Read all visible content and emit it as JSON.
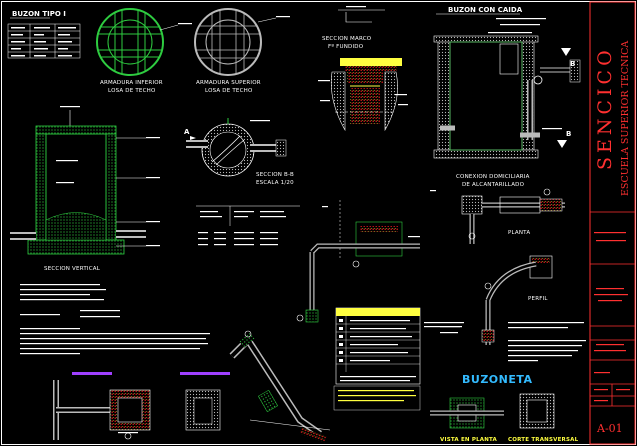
{
  "titles": {
    "buzon_tipo": "BUZON TIPO I",
    "armadura_inferior": "ARMADURA INFERIOR",
    "losa_techo_1": "LOSA DE TECHO",
    "armadura_superior": "ARMADURA SUPERIOR",
    "losa_techo_2": "LOSA DE TECHO",
    "seccion_marco": "SECCION MARCO",
    "fierro_fundido": "Fº FUNDIDO",
    "buzon_con_caida": "BUZON CON CAIDA",
    "seccion_bb": "SECCION B-B",
    "escala": "ESCALA 1/20",
    "conexion_domiciliaria": "CONEXION DOMICILIARIA",
    "alcantarillado": "DE ALCANTARILLADO",
    "planta": "PLANTA",
    "perfil": "PERFIL",
    "seccion_vertical": "SECCION VERTICAL",
    "buzoneta": "BUZONETA",
    "vista_planta": "VISTA EN PLANTA",
    "corte_transversal": "CORTE TRANSVERSAL"
  },
  "markers": {
    "a": "A",
    "b": "B"
  },
  "title_block": {
    "brand": "SENCICO",
    "school": "ESCUELA SUPERIOR TECNICA",
    "sheet": "A-01"
  }
}
